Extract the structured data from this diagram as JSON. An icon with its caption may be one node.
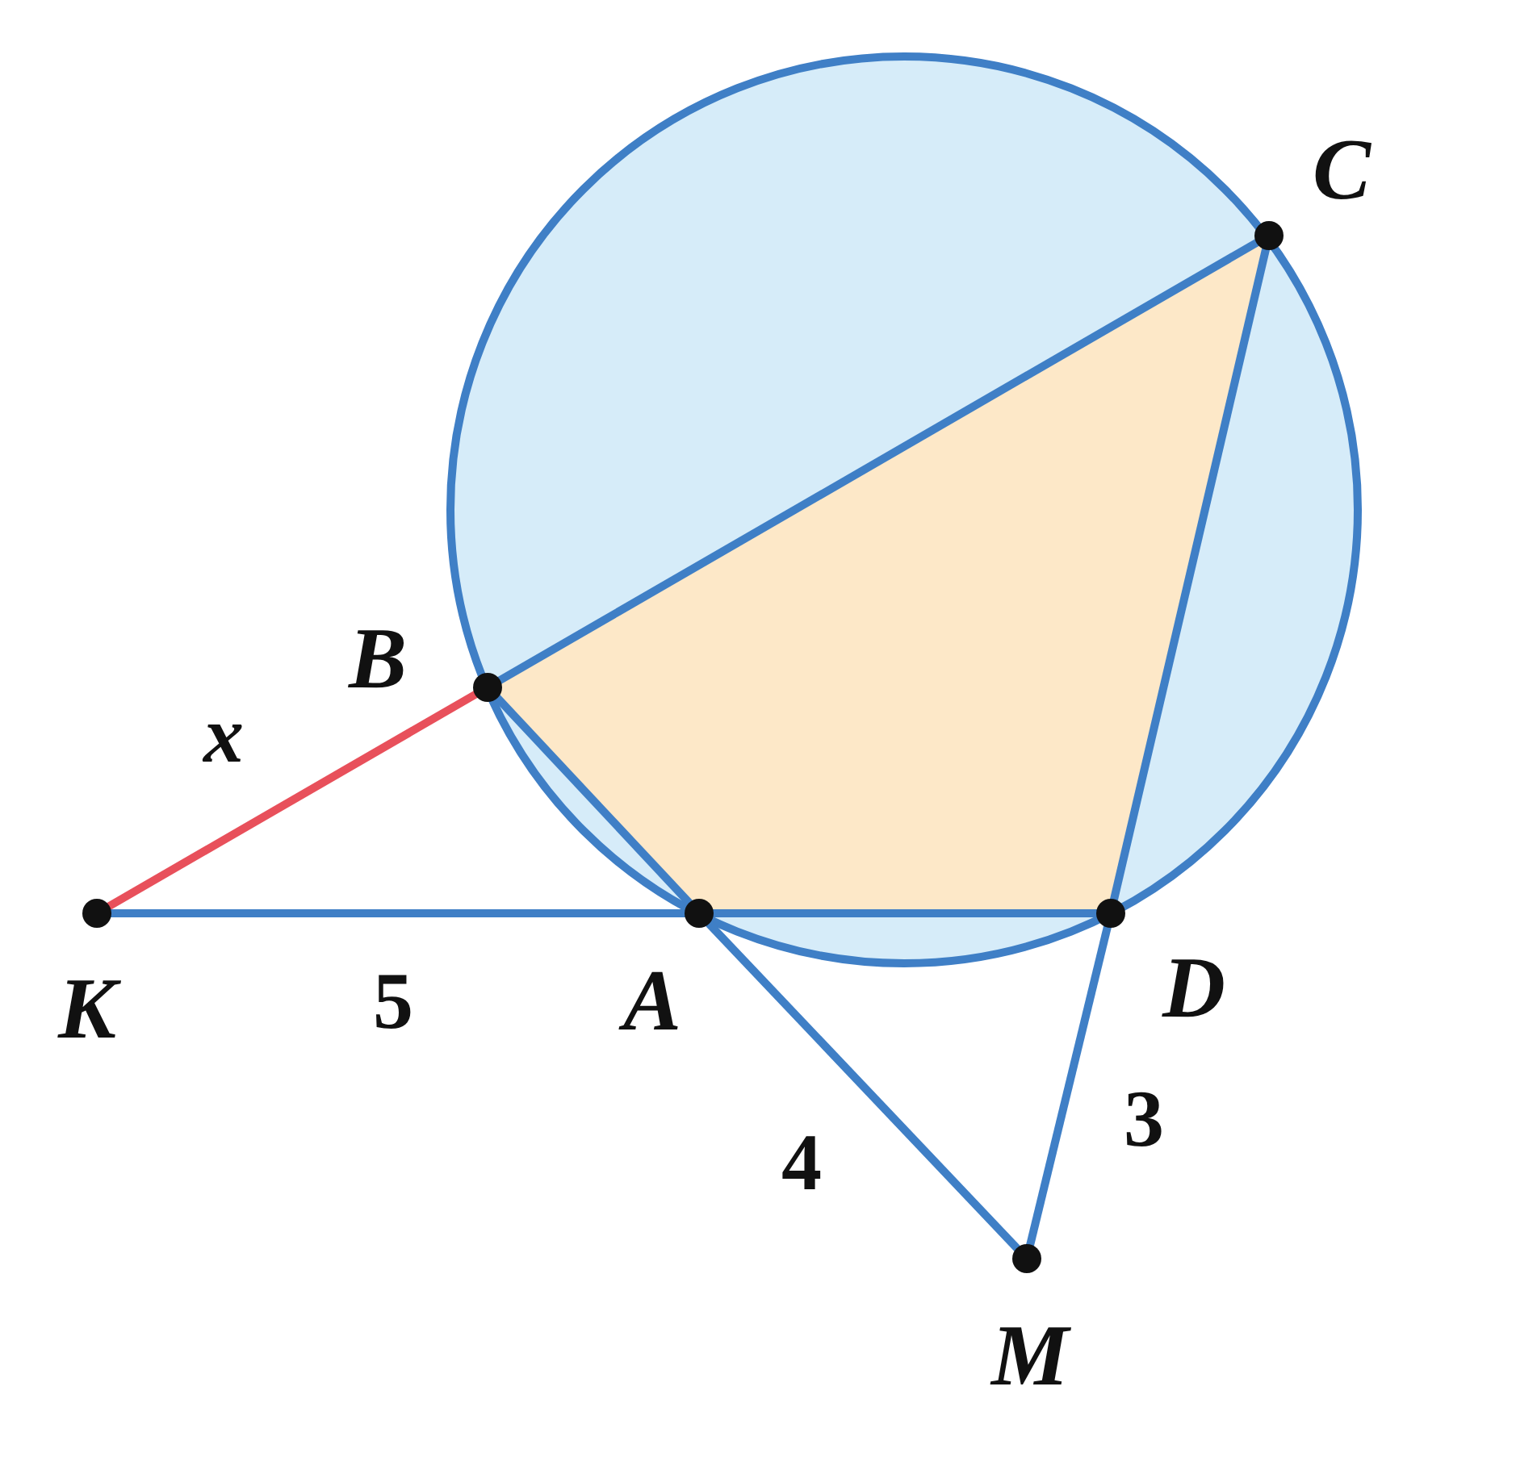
{
  "diagram": {
    "nodes": [
      {
        "text": [
          "C"
        ]
      },
      {
        "text": [
          "B"
        ]
      },
      {
        "text": [
          "K"
        ]
      },
      {
        "text": [
          "A"
        ]
      },
      {
        "text": [
          "D"
        ]
      },
      {
        "text": [
          "M"
        ]
      }
    ],
    "edges": [
      {
        "from": 1,
        "to": 0,
        "arrow": "none"
      },
      {
        "from": 0,
        "to": 4,
        "arrow": "none"
      },
      {
        "from": 2,
        "to": 1,
        "arrow": "none",
        "label": "x",
        "color": "#e8505b"
      },
      {
        "from": 2,
        "to": 3,
        "arrow": "none",
        "label": "5"
      },
      {
        "from": 3,
        "to": 4,
        "arrow": "none"
      },
      {
        "from": 1,
        "to": 3,
        "arrow": "none"
      },
      {
        "from": 3,
        "to": 5,
        "arrow": "none",
        "label": "4"
      },
      {
        "from": 4,
        "to": 5,
        "arrow": "none",
        "label": "3"
      }
    ]
  }
}
